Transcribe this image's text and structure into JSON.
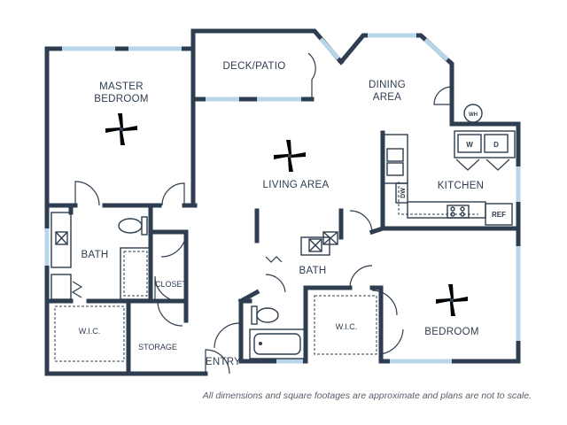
{
  "rooms": {
    "master_bedroom": [
      "MASTER",
      "BEDROOM"
    ],
    "deck_patio": "DECK/PATIO",
    "dining_area": [
      "DINING",
      "AREA"
    ],
    "living_area": "LIVING AREA",
    "kitchen": "KITCHEN",
    "bath_left": "BATH",
    "bath_center": "BATH",
    "closet": "CLOSET",
    "wic_left": "W.I.C.",
    "wic_right": "W.I.C.",
    "storage": "STORAGE",
    "entry": "ENTRY",
    "bedroom": "BEDROOM"
  },
  "fixtures": {
    "water_heater": "WH",
    "washer": "W",
    "dryer": "D",
    "dishwasher": "DW",
    "refrigerator": "REF"
  },
  "disclaimer": "All dimensions and square footages are approximate and plans are not to scale.",
  "colors": {
    "wall": "#2e3d4f",
    "window": "#b8d6ea",
    "background": "#ffffff"
  },
  "icons": [
    "ceiling-fan-icon",
    "toilet-icon",
    "bathtub-icon",
    "shower-icon",
    "sink-icon",
    "stove-icon"
  ]
}
